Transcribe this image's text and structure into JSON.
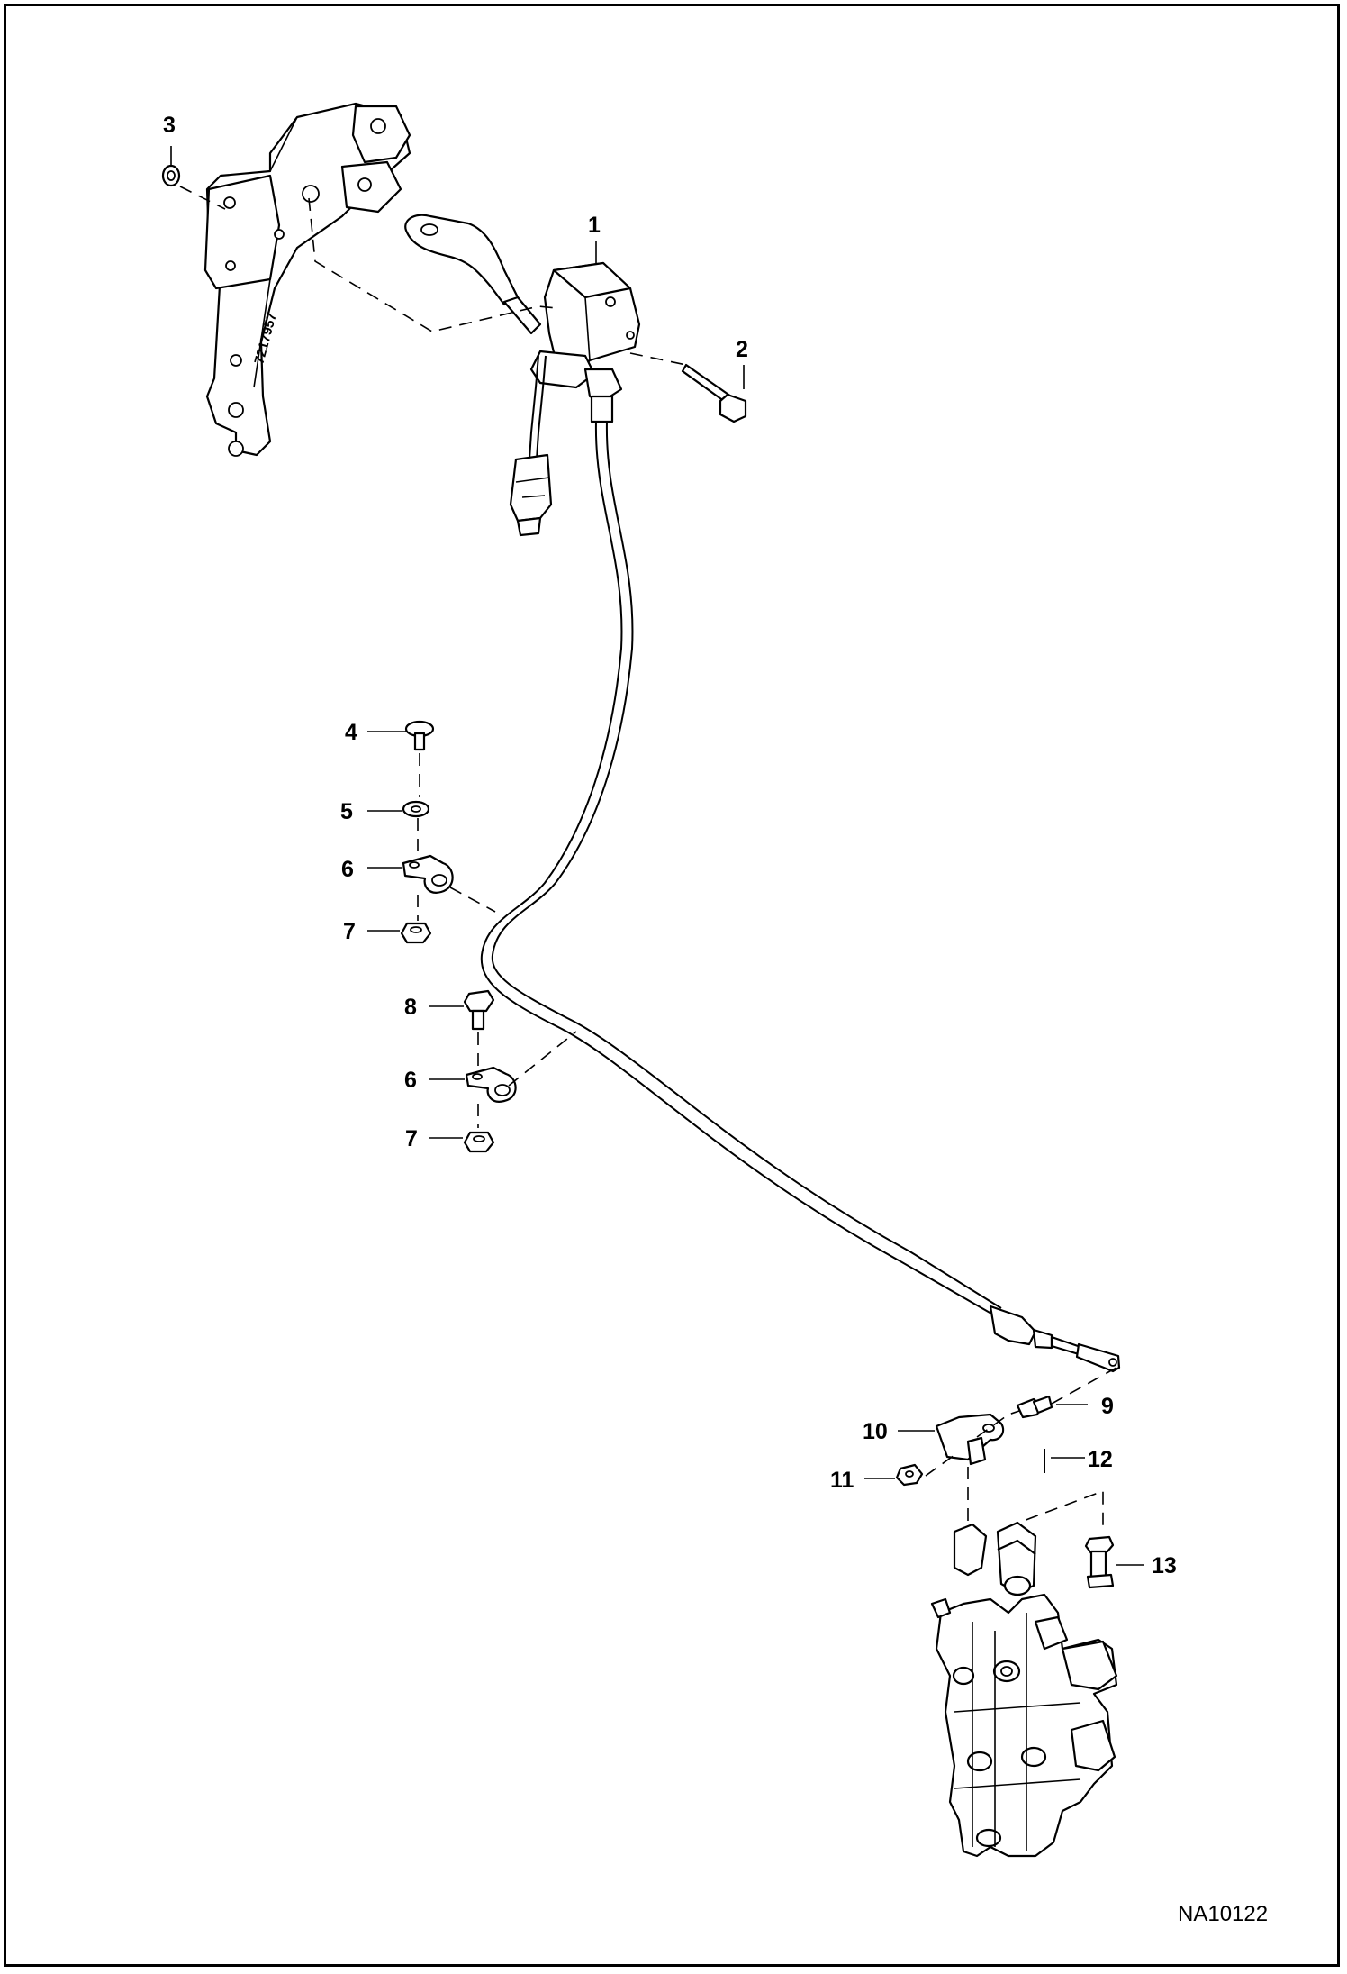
{
  "figure_id": "NA10122",
  "bracket_stamp": "7217957",
  "callouts": {
    "c1": "1",
    "c2": "2",
    "c3": "3",
    "c4": "4",
    "c5": "5",
    "c6a": "6",
    "c6b": "6",
    "c7a": "7",
    "c7b": "7",
    "c8": "8",
    "c9": "9",
    "c10": "10",
    "c11": "11",
    "c12": "12",
    "c13": "13"
  }
}
